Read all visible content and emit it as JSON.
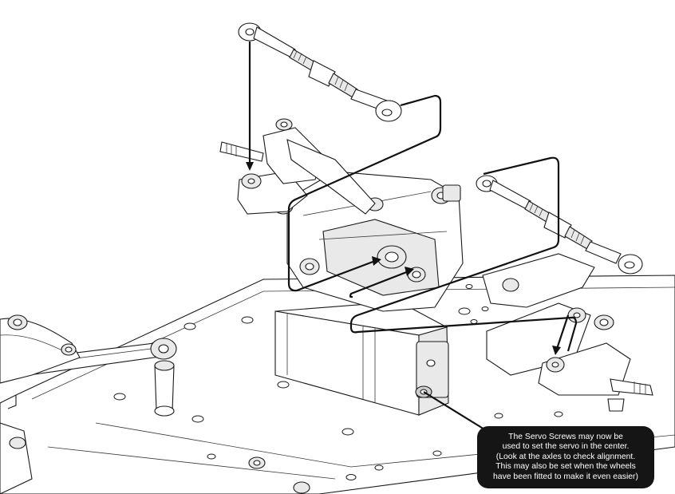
{
  "callout": {
    "lines": [
      "The Servo Screws may now be",
      "used to set the servo in the center.",
      "(Look at the axles to check alignment.",
      "This may also be set when the wheels",
      "have been fitted to make it even easier)"
    ]
  },
  "colors": {
    "callout_bg": "#151515",
    "callout_text": "#ffffff",
    "line": "#1a1a1a"
  },
  "icons": {
    "servo_screw": "servo-screw-icon"
  }
}
